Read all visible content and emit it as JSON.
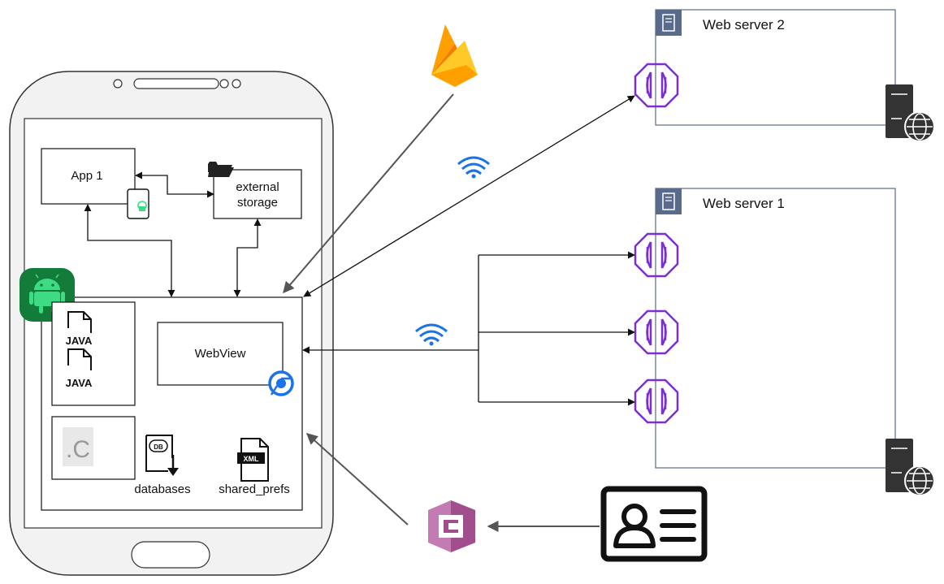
{
  "labels": {
    "app1": "App 1",
    "external_storage_line1": "external",
    "external_storage_line2": "storage",
    "webview": "WebView",
    "java": "JAVA",
    "c_file": ".C",
    "db_badge": "DB",
    "xml_badge": "XML",
    "databases": "databases",
    "shared_prefs": "shared_prefs",
    "web_server_1": "Web server 1",
    "web_server_2": "Web server 2"
  },
  "icons": {
    "firebase": "firebase-icon",
    "android": "android-icon",
    "chrome": "chrome-icon",
    "wifi": "wifi-icon",
    "endpoint": "vpc-endpoint-icon",
    "server": "server-globe-icon",
    "cognito": "cognito-icon",
    "id_card": "id-card-icon",
    "folder": "folder-icon"
  },
  "colors": {
    "endpoint_purple": "#7b2fd0",
    "android_green": "#3ddc84",
    "android_bg": "#137c3a",
    "wifi_blue": "#1a73e8",
    "cognito_magenta": "#a14f8c",
    "firebase_orange": "#f6820d",
    "firebase_yellow": "#ffca28",
    "server_frame": "#5a6a8a"
  }
}
